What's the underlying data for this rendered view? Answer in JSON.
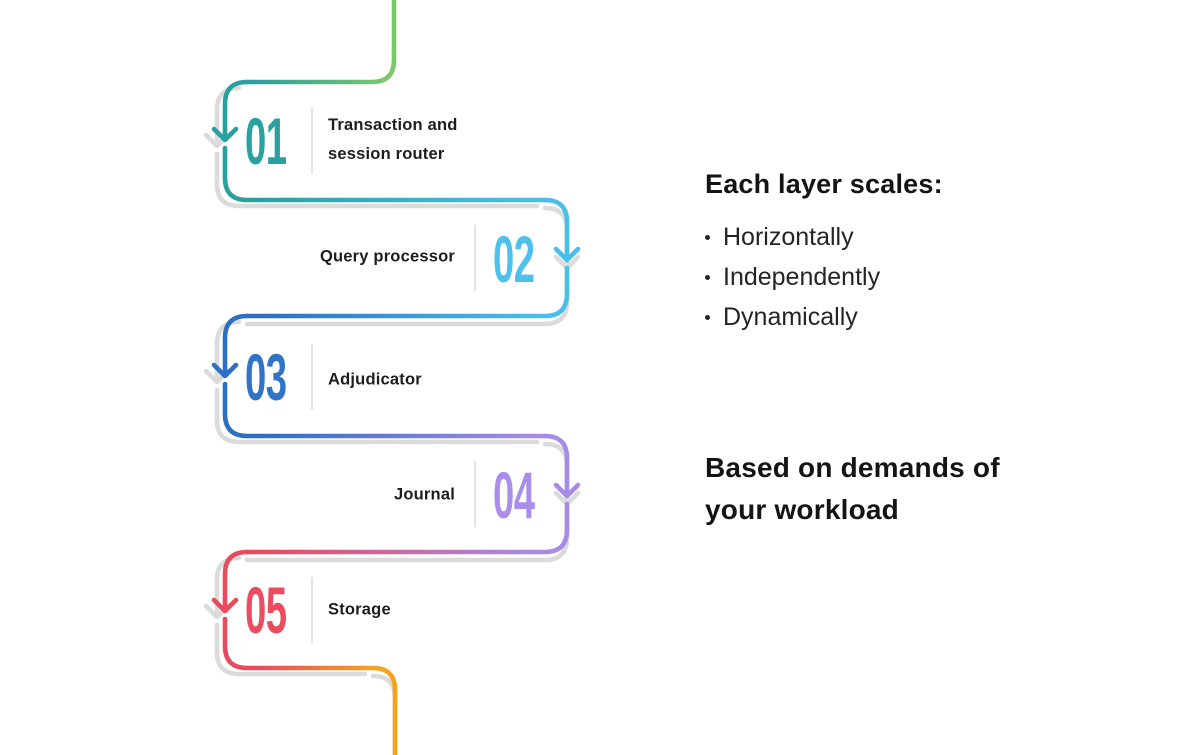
{
  "diagram": {
    "title": "layered architecture flow",
    "steps": [
      {
        "number": "01",
        "label": "Transaction and session router",
        "color": "#2aa1a1"
      },
      {
        "number": "02",
        "label": "Query processor",
        "color": "#4dc1ec"
      },
      {
        "number": "03",
        "label": "Adjudicator",
        "color": "#3173c7"
      },
      {
        "number": "04",
        "label": "Journal",
        "color": "#a98fe9"
      },
      {
        "number": "05",
        "label": "Storage",
        "color": "#ea4d60"
      }
    ],
    "line_colors": {
      "green": "#7cc96b",
      "teal": "#2aa09e",
      "cyan": "#49bee9",
      "blue": "#2c6fc3",
      "purple": "#a78be8",
      "red": "#e84b5e",
      "orange": "#f6a21e",
      "shadow": "#dbdbdb"
    }
  },
  "notes": {
    "scales": {
      "heading": "Each layer scales:",
      "bullets": [
        "Horizontally",
        "Independently",
        "Dynamically"
      ]
    },
    "workload": {
      "heading": "Based on demands of your workload"
    }
  }
}
